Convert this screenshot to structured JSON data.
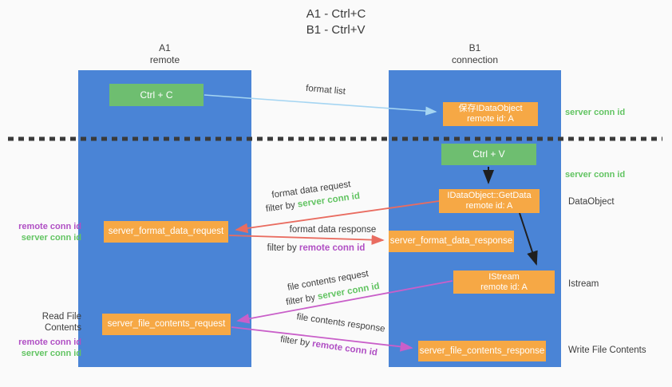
{
  "title": {
    "line1": "A1 - Ctrl+C",
    "line2": "B1 - Ctrl+V"
  },
  "lanes": {
    "a": {
      "title": "A1",
      "subtitle": "remote"
    },
    "b": {
      "title": "B1",
      "subtitle": "connection"
    }
  },
  "nodes": {
    "ctrl_c": {
      "label": "Ctrl + C"
    },
    "ctrl_v": {
      "label": "Ctrl + V"
    },
    "save_idataobject": {
      "line1": "保存IDataObject",
      "line2": "remote id: A"
    },
    "getdata": {
      "line1": "IDataObject::GetData",
      "line2": "remote id: A"
    },
    "istream": {
      "line1": "IStream",
      "line2": "remote id: A"
    },
    "format_request": {
      "label": "server_format_data_request"
    },
    "format_response": {
      "label": "server_format_data_response"
    },
    "file_request": {
      "label": "server_file_contents_request"
    },
    "file_response": {
      "label": "server_file_contents_response"
    }
  },
  "edge_labels": {
    "format_list": "format list",
    "format_data_request": "format data request",
    "format_data_response": "format data response",
    "file_contents_request": "file contents request",
    "file_contents_response": "file contents response",
    "filter_by": "filter by",
    "server_conn_id": "server conn id",
    "remote_conn_id": "remote conn id"
  },
  "side_labels": {
    "left_format": {
      "remote_conn_id": "remote conn id",
      "server_conn_id": "server conn id"
    },
    "left_file": {
      "title": "Read File Contents",
      "remote_conn_id": "remote conn id",
      "server_conn_id": "server conn id"
    },
    "right_server_conn_top": "server conn id",
    "right_server_conn_mid": "server conn id",
    "right_dataobject": "DataObject",
    "right_istream": "Istream",
    "right_write_file": "Write File Contents"
  },
  "colors": {
    "background": "#fafafa",
    "lane_blue": "#4a84d6",
    "node_orange": "#f6a845",
    "node_green": "#6ebe70",
    "conn_id_green": "#62c462",
    "conn_id_purple": "#b04fc4",
    "arrow_red": "#e96c60",
    "arrow_magenta": "#c95fc9",
    "arrow_light_blue": "#a5d5f2",
    "arrow_black": "#1f1f1f",
    "divider_dotted": "#3a3a3a"
  }
}
